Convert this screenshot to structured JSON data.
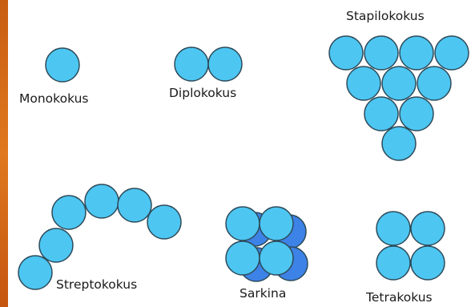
{
  "labels": {
    "monokokus": "Monokokus",
    "diplokokus": "Diplokokus",
    "stapilokokus": "Stapilokokus",
    "streptokokus": "Streptokokus",
    "sarkina": "Sarkina",
    "tetrakokus": "Tetrakokus"
  },
  "colors": {
    "cell_fill": "#4dc6f2",
    "cell_stroke": "#2d4b5a",
    "back_cell_fill": "#3d82e6",
    "left_border": "#d46a18"
  }
}
